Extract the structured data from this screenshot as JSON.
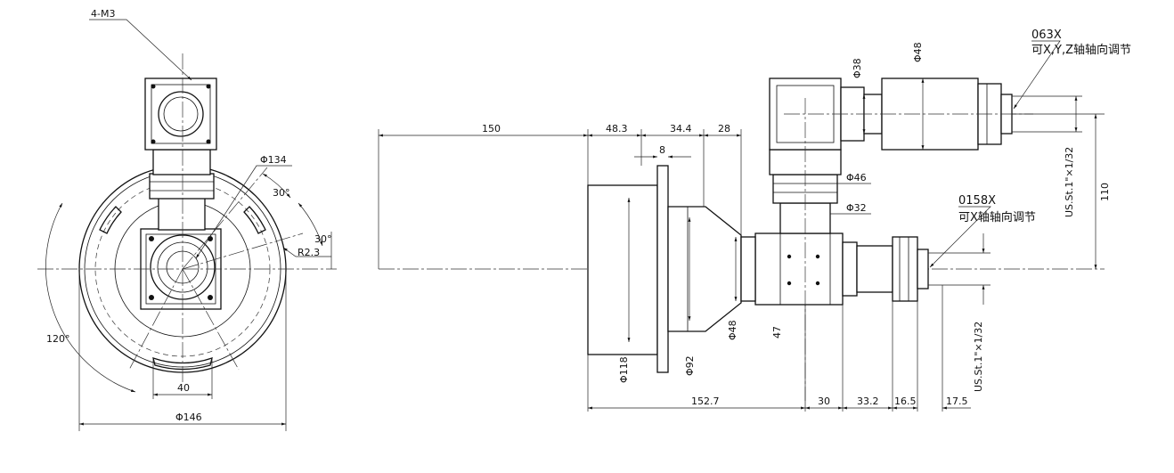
{
  "front_view": {
    "thread_callout": "4-M3",
    "outer_dia": "Φ146",
    "bolt_circle_dia": "Φ134",
    "slot_width": "40",
    "angle_120": "120°",
    "angle_30_a": "30°",
    "angle_30_b": "30°",
    "radius": "R2.3"
  },
  "side_view": {
    "dim_150": "150",
    "dim_48_3": "48.3",
    "dim_34_4": "34.4",
    "dim_28": "28",
    "dim_8": "8",
    "dim_152_7": "152.7",
    "dim_30": "30",
    "dim_33_2": "33.2",
    "dim_16_5": "16.5",
    "dim_17_5": "17.5",
    "dim_110": "110",
    "dia_118": "Φ118",
    "dia_92": "Φ92",
    "dia_48_low": "Φ48",
    "dim_47": "47",
    "dia_38": "Φ38",
    "dia_48_top": "Φ48",
    "dia_46": "Φ46",
    "dia_32": "Φ32",
    "thread_top": "US.St.1\"×1/32",
    "thread_bottom": "US.St.1\"×1/32"
  },
  "callouts": {
    "top_code": "063X",
    "top_note": "可X,Y,Z轴轴向调节",
    "bottom_code": "0158X",
    "bottom_note": "可X轴轴向调节"
  }
}
